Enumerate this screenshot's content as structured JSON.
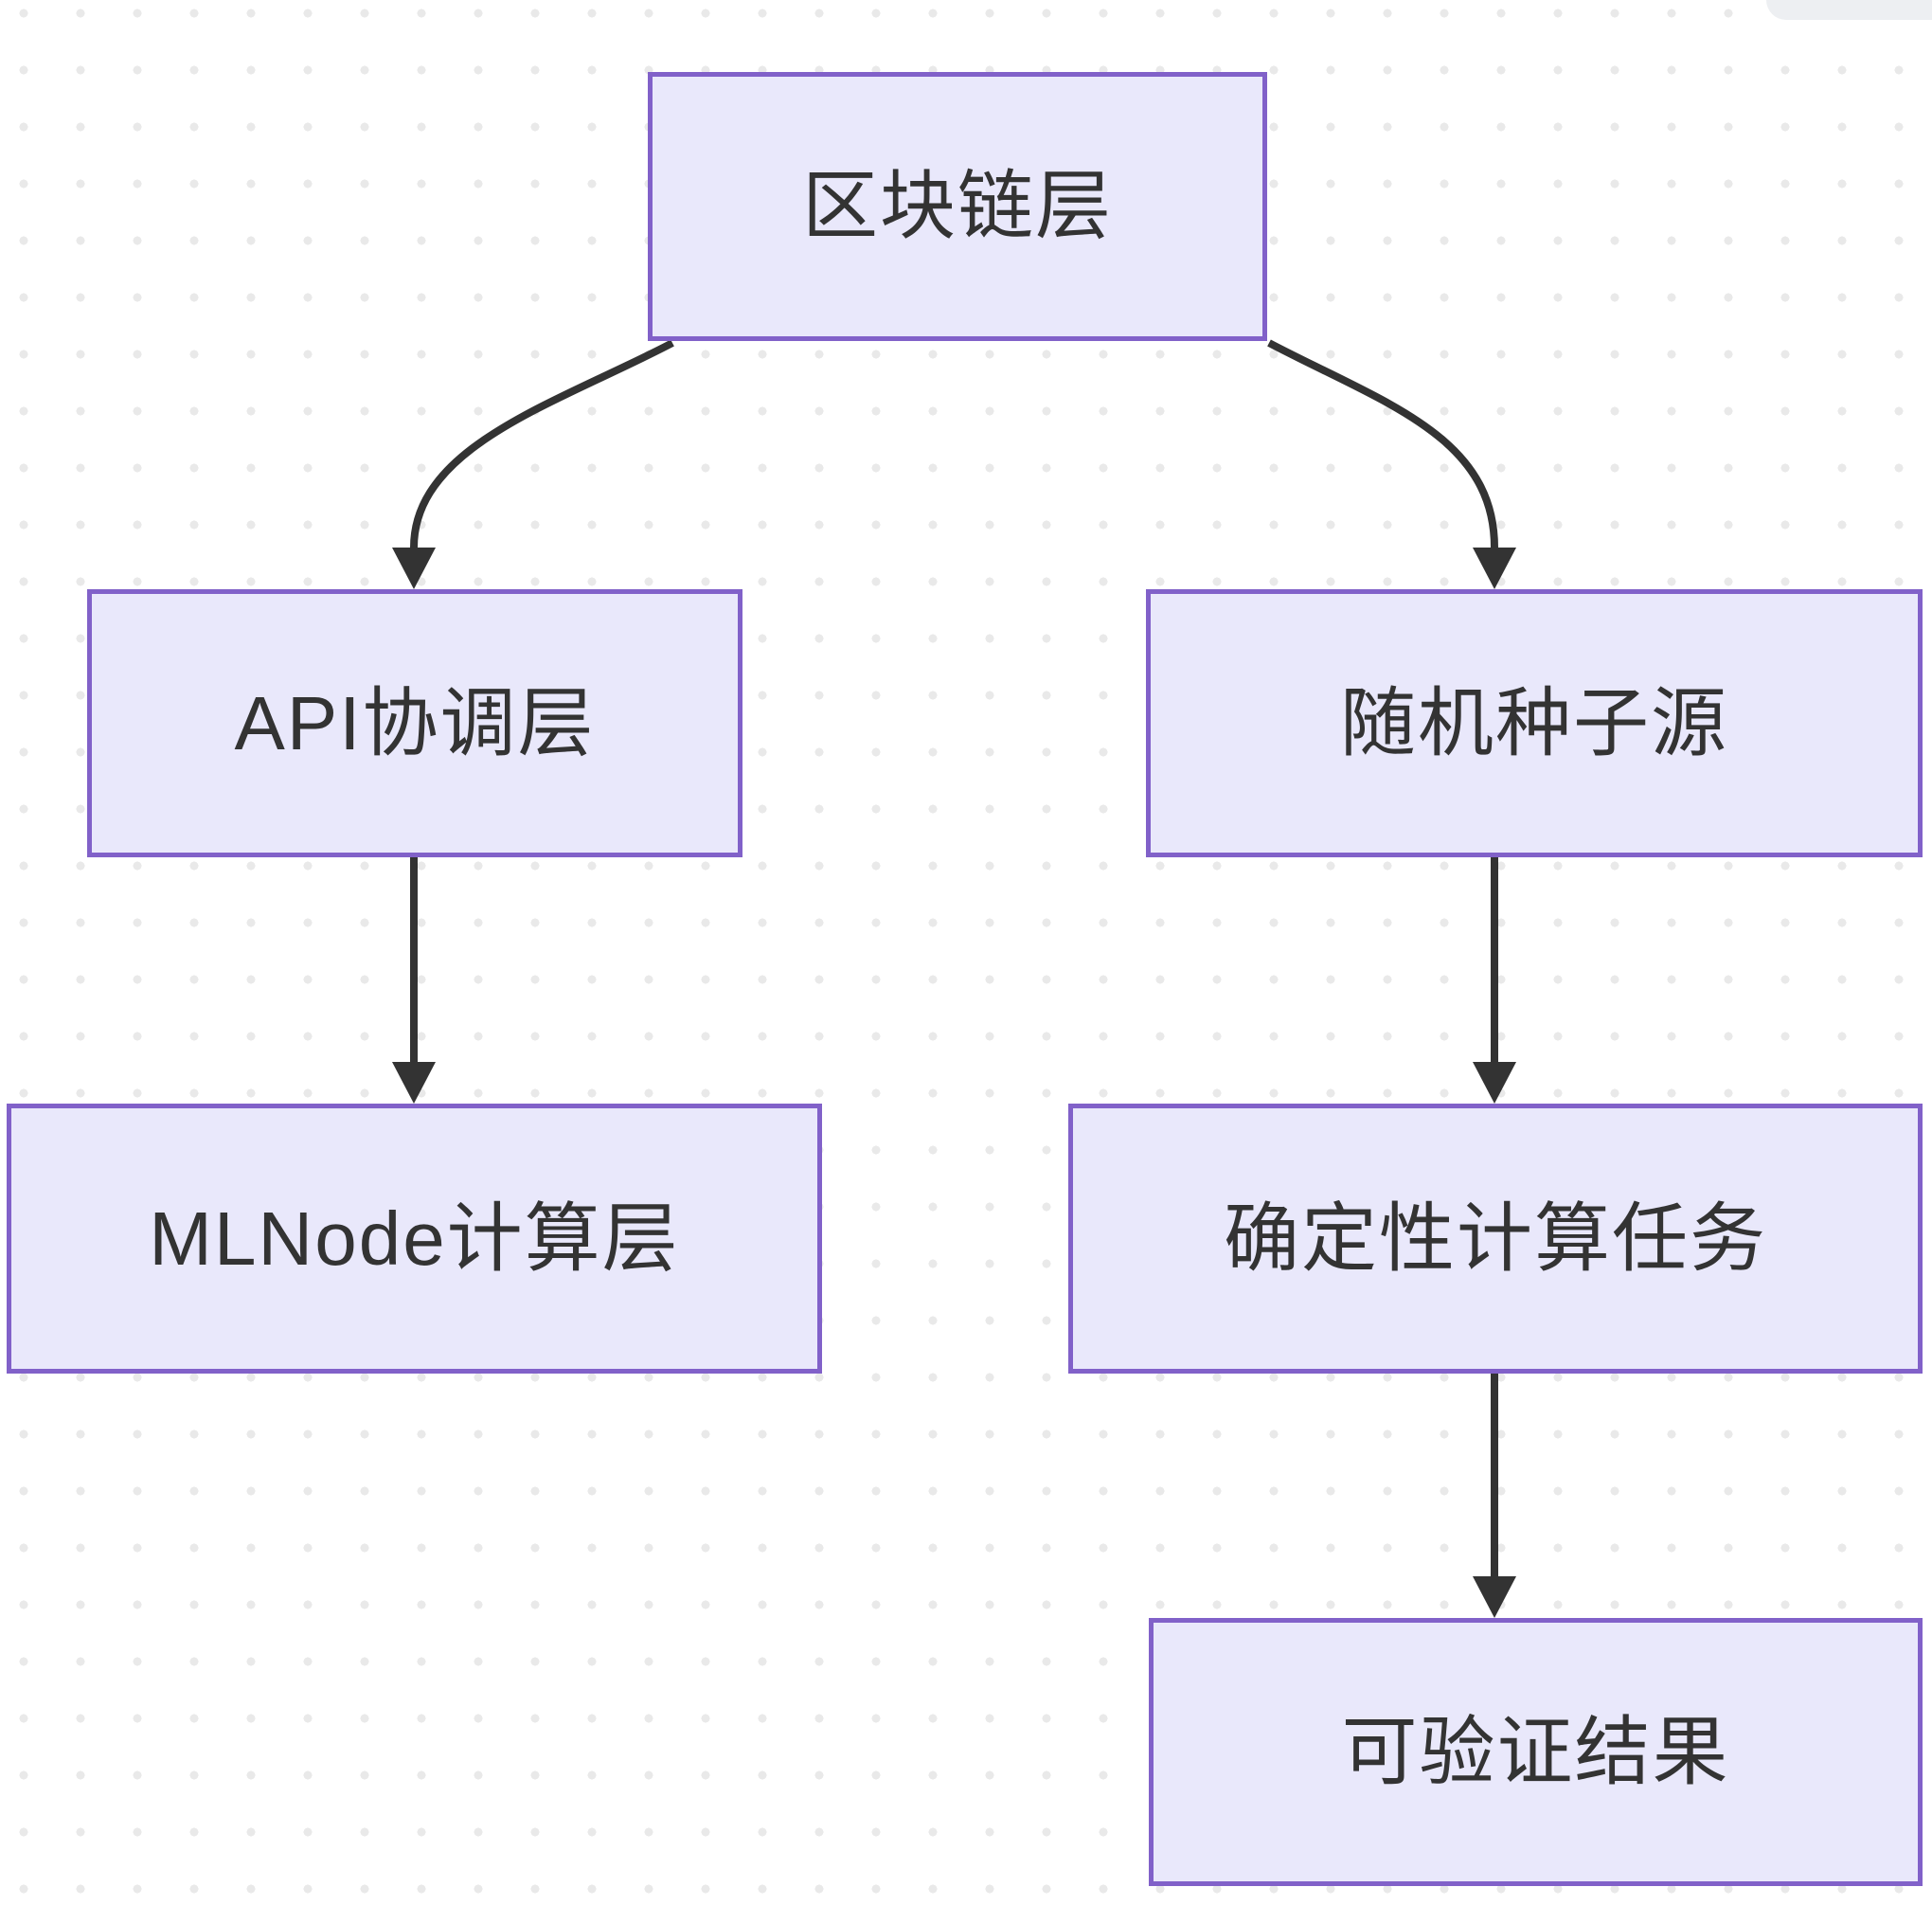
{
  "app": {
    "corner_widget": ""
  },
  "diagram": {
    "type": "flowchart-top-down",
    "nodes": [
      {
        "id": "blockchain",
        "label": "区块链层"
      },
      {
        "id": "api",
        "label": "API协调层"
      },
      {
        "id": "seed",
        "label": "随机种子源"
      },
      {
        "id": "mlnode",
        "label": "MLNode计算层"
      },
      {
        "id": "deterministic",
        "label": "确定性计算任务"
      },
      {
        "id": "verifiable",
        "label": "可验证结果"
      }
    ],
    "edges": [
      {
        "from": "区块链层",
        "to": "API协调层"
      },
      {
        "from": "区块链层",
        "to": "随机种子源"
      },
      {
        "from": "API协调层",
        "to": "MLNode计算层"
      },
      {
        "from": "随机种子源",
        "to": "确定性计算任务"
      },
      {
        "from": "确定性计算任务",
        "to": "可验证结果"
      }
    ],
    "colors": {
      "background": "#ffffff",
      "dot_grid": "#e9e9e9",
      "node_fill": "#e9e8fb",
      "node_border": "#8161c9",
      "edge": "#333333",
      "text": "#333333",
      "corner_widget": "#edeff2"
    }
  }
}
